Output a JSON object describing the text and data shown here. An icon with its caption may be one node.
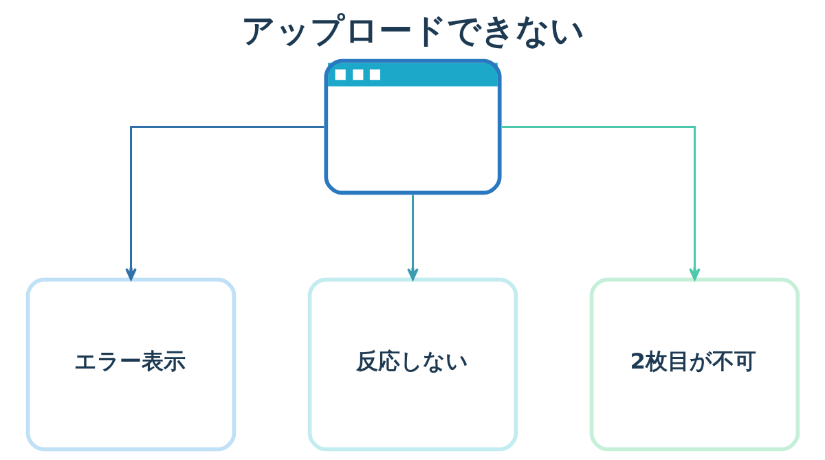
{
  "diagram": {
    "title": "アップロードできない",
    "nodes": [
      {
        "text": [],
        "shape": "picture"
      },
      {
        "text": [
          "エラー表示"
        ]
      },
      {
        "text": [
          "反応しない"
        ]
      },
      {
        "text": [
          "2枚目が不可"
        ]
      }
    ],
    "edges": [
      {
        "from": 0,
        "to": 1,
        "arrow": "to",
        "color": "#2f70a8"
      },
      {
        "from": 0,
        "to": 2,
        "arrow": "to",
        "color": "#3a9cb0"
      },
      {
        "from": 0,
        "to": 3,
        "arrow": "to",
        "color": "#4cc9ac"
      }
    ]
  }
}
